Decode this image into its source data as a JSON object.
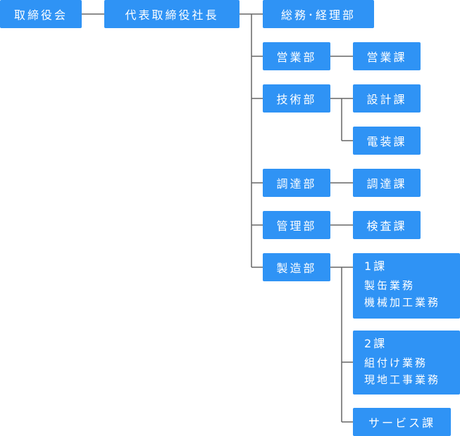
{
  "chart": {
    "board": "取締役会",
    "president": "代表取締役社長",
    "general_affairs": "総務･経理部",
    "sales_dept": "営業部",
    "sales_section": "営業課",
    "tech_dept": "技術部",
    "design_section": "設計課",
    "electrical_section": "電装課",
    "procurement_dept": "調達部",
    "procurement_section": "調達課",
    "management_dept": "管理部",
    "inspection_section": "検査課",
    "manufacturing_dept": "製造部",
    "section1": {
      "title": "1課",
      "duties": [
        "製缶業務",
        "機械加工業務"
      ]
    },
    "section2": {
      "title": "2課",
      "duties": [
        "組付け業務",
        "現地工事業務"
      ]
    },
    "service_section": "サービス課"
  },
  "colors": {
    "box": "#2f93f5",
    "line": "#666666",
    "text": "#ffffff"
  }
}
